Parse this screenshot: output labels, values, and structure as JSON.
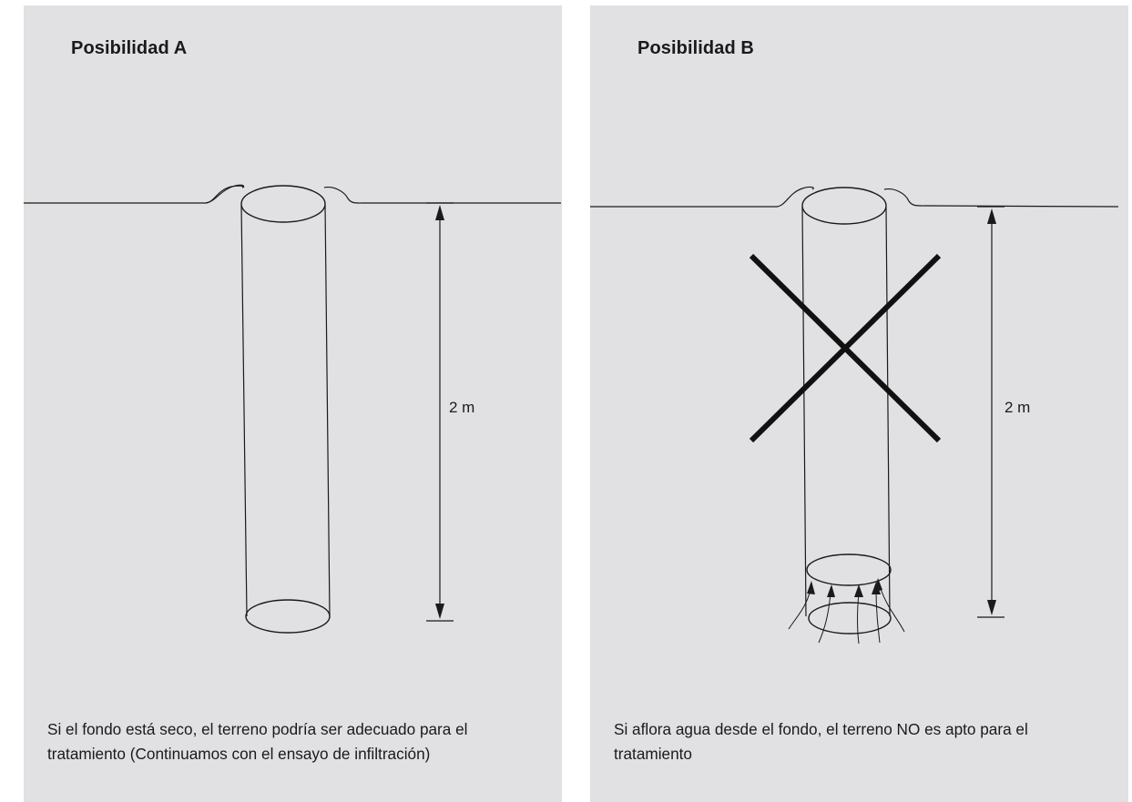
{
  "panels": [
    {
      "title": "Posibilidad A",
      "dimension_label": "2 m",
      "caption": "Si el fondo está seco, el terreno podría ser adecuado para el tratamiento (Continuamos con el ensayo de infiltración)"
    },
    {
      "title": "Posibilidad B",
      "dimension_label": "2 m",
      "caption": "Si aflora agua desde el fondo, el terreno NO es apto para el tratamiento"
    }
  ],
  "colors": {
    "panel_background": "#e1e1e3",
    "line": "#1a1a1a"
  }
}
